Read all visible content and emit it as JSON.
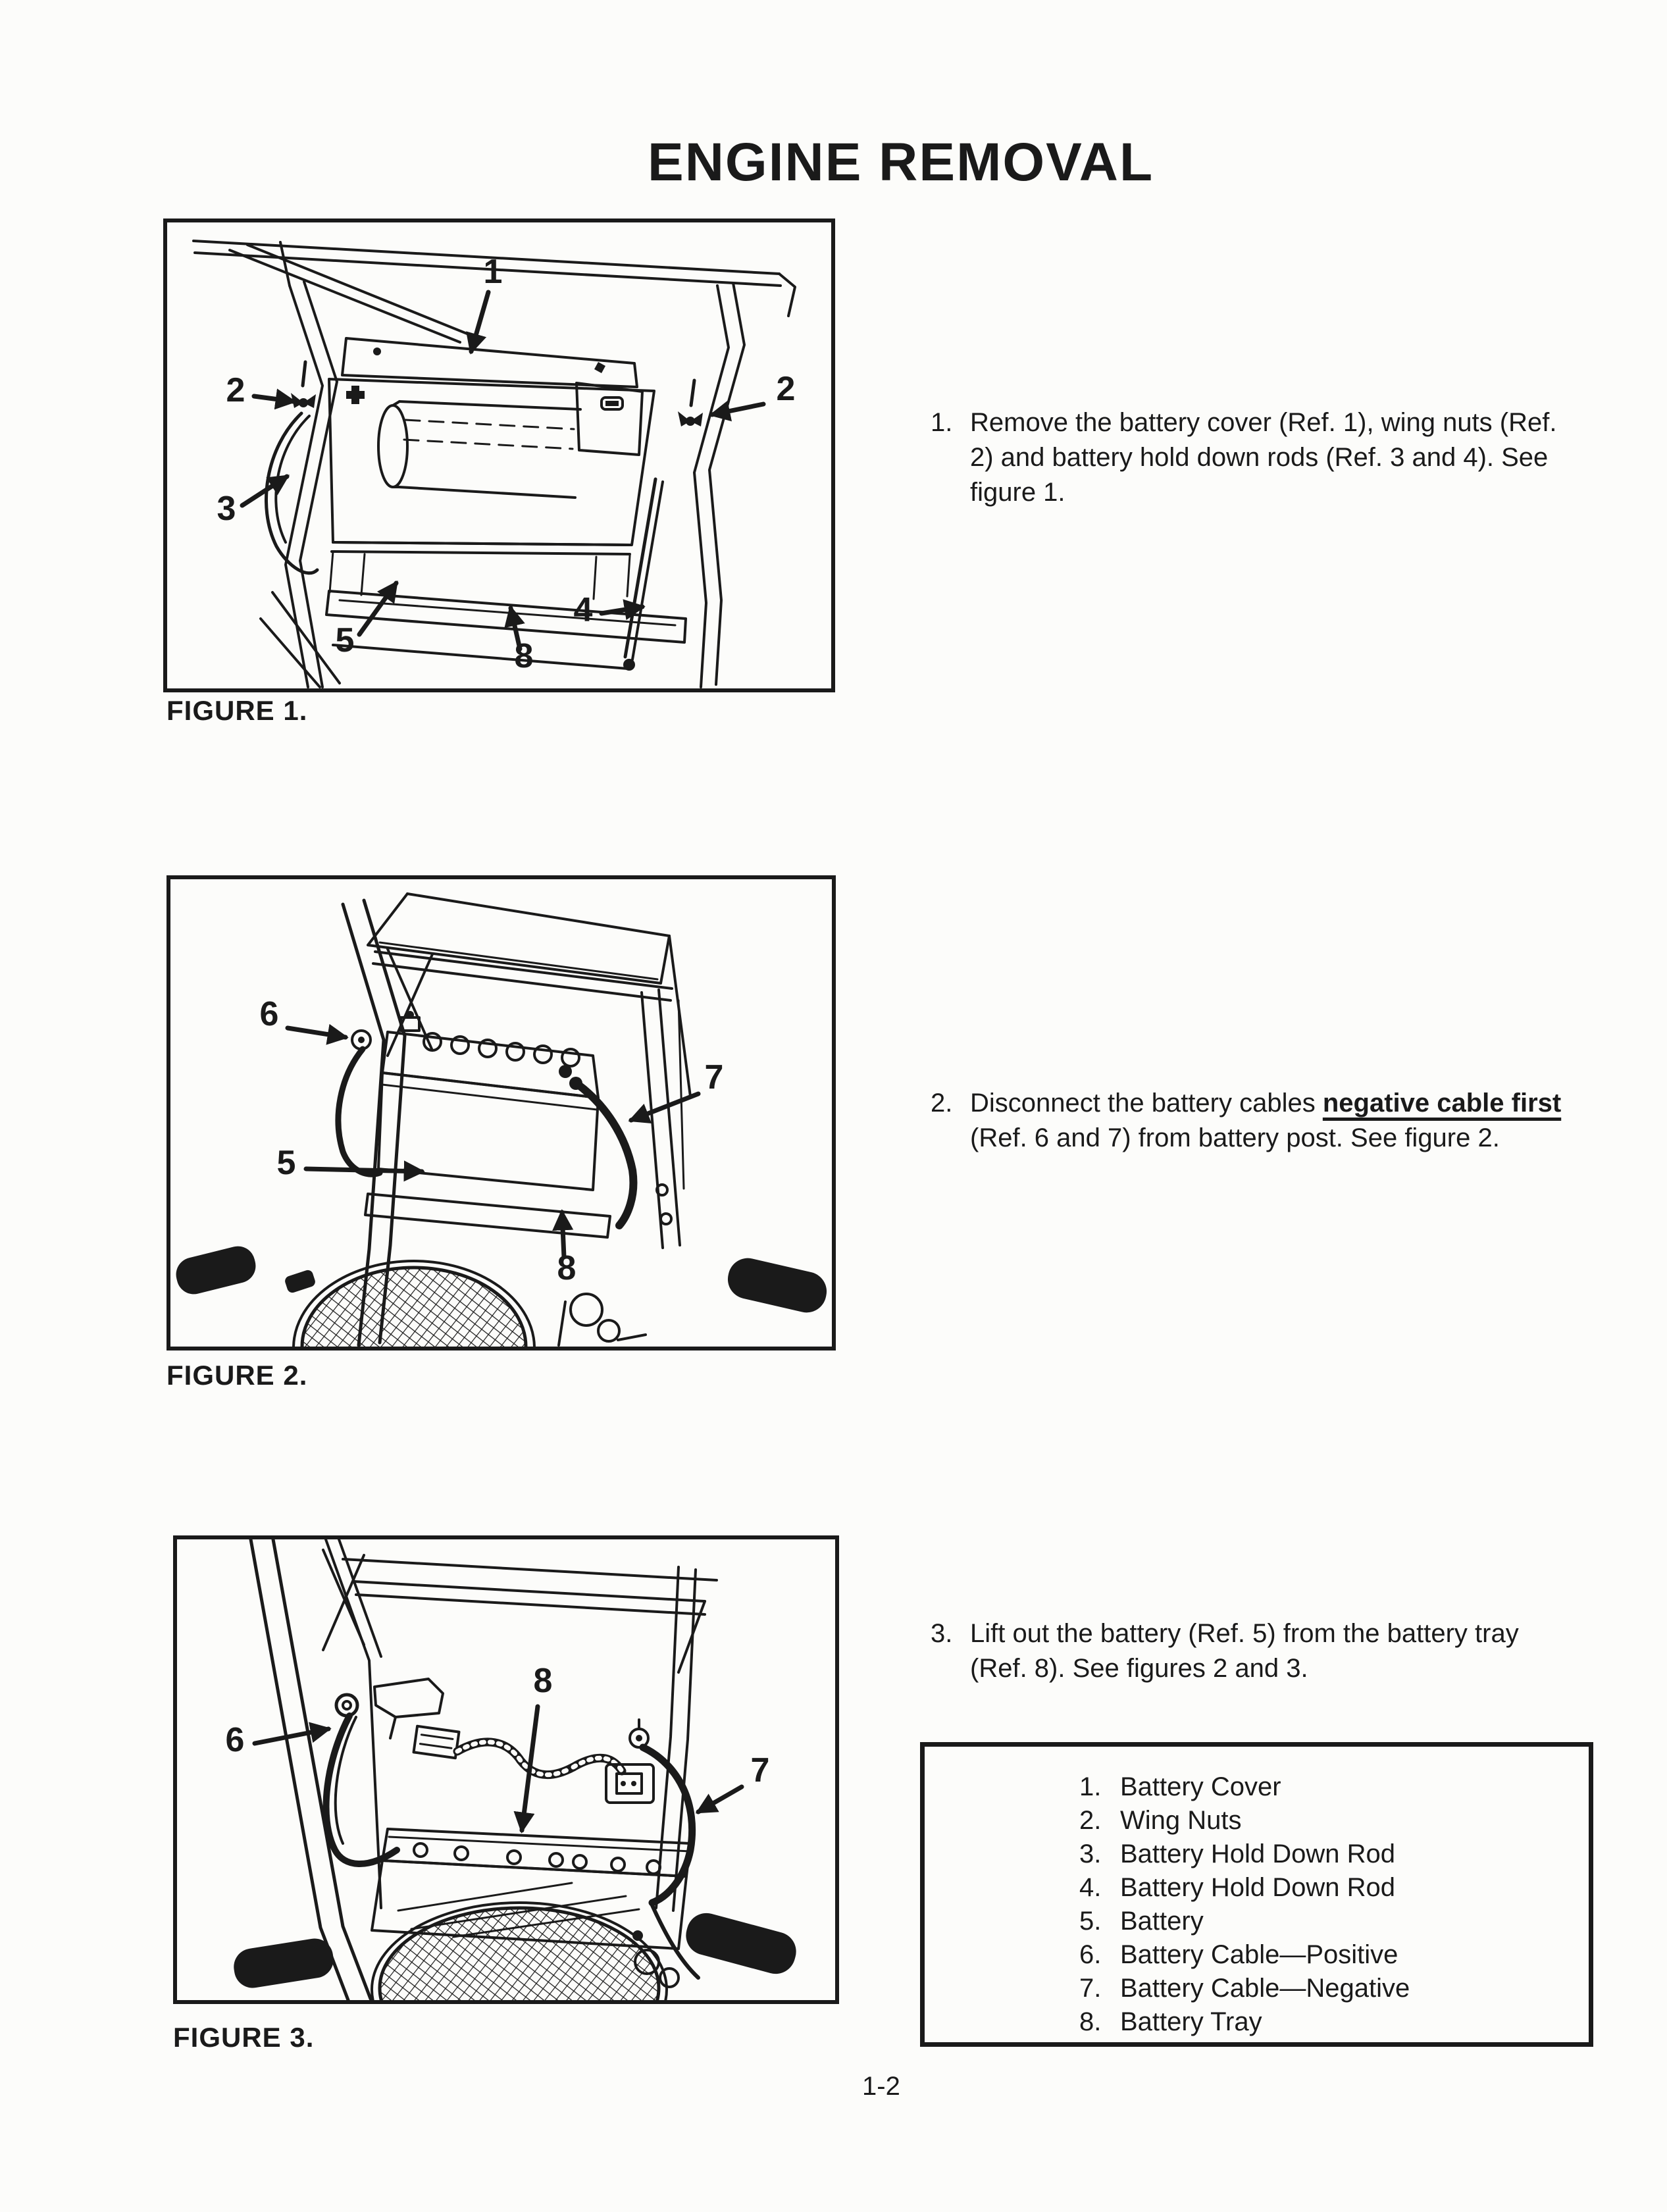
{
  "colors": {
    "ink": "#1a1a1a",
    "paper": "#fcfcfa"
  },
  "header": {
    "title": "ENGINE REMOVAL"
  },
  "footer": {
    "page_number": "1-2"
  },
  "figures": [
    {
      "caption": "FIGURE 1.",
      "callouts": {
        "c1": "1",
        "c2l": "2",
        "c2r": "2",
        "c3": "3",
        "c4": "4",
        "c5": "5",
        "c8": "8"
      }
    },
    {
      "caption": "FIGURE 2.",
      "callouts": {
        "c6": "6",
        "c7": "7",
        "c5": "5",
        "c8": "8"
      }
    },
    {
      "caption": "FIGURE 3.",
      "callouts": {
        "c6": "6",
        "c8": "8",
        "c7": "7"
      }
    }
  ],
  "steps": [
    {
      "number": "1.",
      "lines": [
        "Remove the battery cover (Ref. 1), wing nuts (Ref.",
        "2) and battery hold down rods (Ref. 3 and 4). See",
        "figure 1."
      ]
    },
    {
      "number": "2.",
      "line1_prefix": "Disconnect the battery cables ",
      "line1_emphasis": "negative cable first",
      "line2": "(Ref. 6 and 7) from battery post. See figure 2."
    },
    {
      "number": "3.",
      "lines": [
        "Lift out the battery (Ref. 5) from the battery tray",
        "(Ref. 8). See figures 2 and 3."
      ]
    }
  ],
  "parts_box": {
    "items": [
      {
        "number": "1.",
        "label": "Battery Cover"
      },
      {
        "number": "2.",
        "label": "Wing Nuts"
      },
      {
        "number": "3.",
        "label": "Battery Hold Down Rod"
      },
      {
        "number": "4.",
        "label": "Battery Hold Down Rod"
      },
      {
        "number": "5.",
        "label": "Battery"
      },
      {
        "number": "6.",
        "label": "Battery Cable—Positive"
      },
      {
        "number": "7.",
        "label": "Battery Cable—Negative"
      },
      {
        "number": "8.",
        "label": "Battery Tray"
      }
    ]
  }
}
